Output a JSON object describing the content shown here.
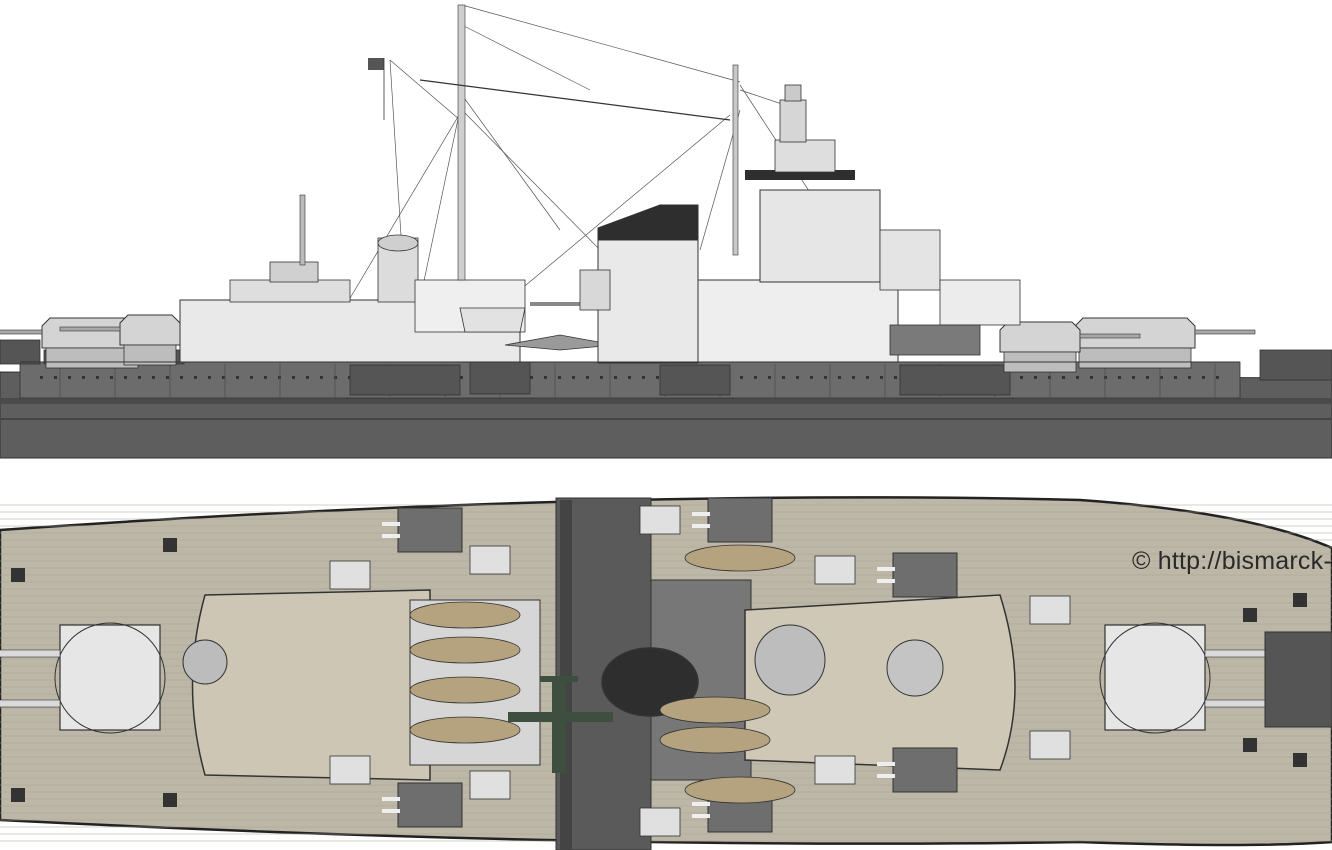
{
  "drawing": {
    "views": [
      "side-profile",
      "top-plan"
    ],
    "credit_text": "© http://bismarck-c",
    "colors": {
      "background": "#ffffff",
      "hull": "#5e5e5e",
      "hull_dark": "#4a4a4a",
      "boot_topping": "#3a3a3a",
      "superstructure": "#e9e9e9",
      "turret": "#d4d4d4",
      "deck_wood": "#bdb7a8",
      "deck_dark": "#5a5a5a",
      "funnel_cap": "#2e2e2e",
      "boat": "#b5a27e",
      "aircraft": "#3f4f3f",
      "line": "#333333"
    }
  }
}
